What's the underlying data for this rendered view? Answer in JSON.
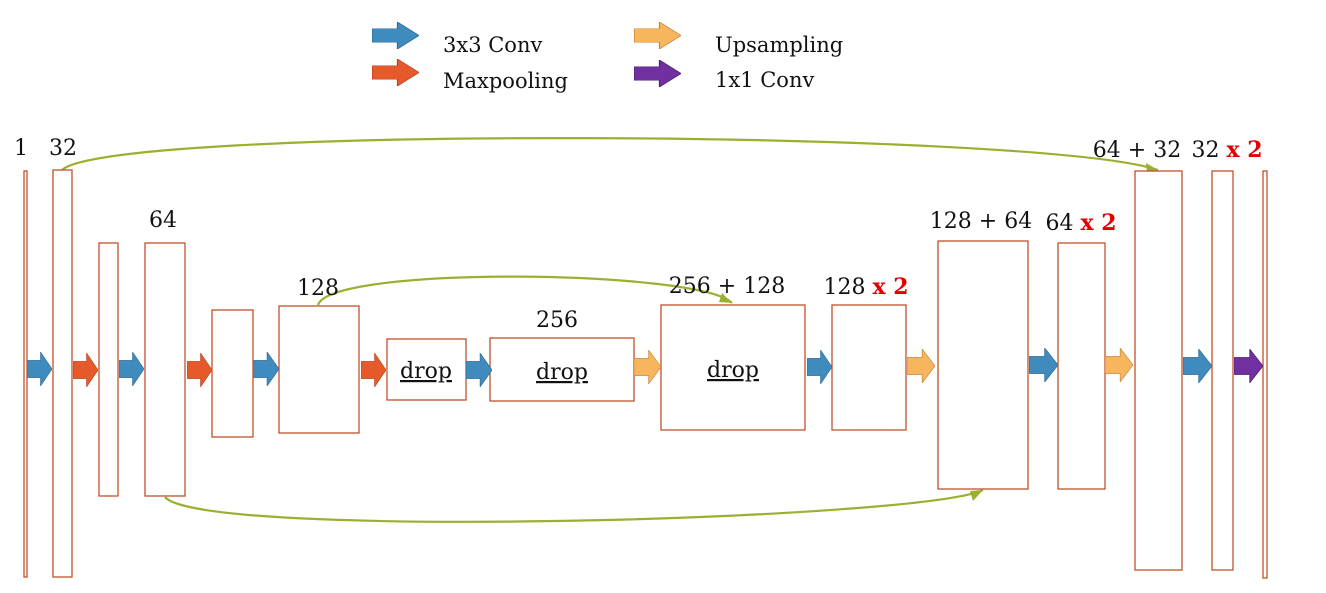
{
  "colors": {
    "conv3x3": "#3f8bbd",
    "maxpool": "#e5592b",
    "upsampling": "#f7b65e",
    "conv1x1": "#7030a0",
    "box_stroke": "#c0502a",
    "skip": "#9bb030",
    "multiplier": "#e00000"
  },
  "legend": {
    "conv3x3": "3x3 Conv",
    "maxpool": "Maxpooling",
    "upsampling": "Upsampling",
    "conv1x1": "1x1 Conv"
  },
  "labels": {
    "in_channels": "1",
    "enc1": "32",
    "enc2": "64",
    "enc3": "128",
    "bottleneck": "256",
    "dec3": "256 + 128",
    "dec3b": "128",
    "dec2": "128 + 64",
    "dec2b": "64",
    "dec1": "64 + 32",
    "dec1b": "32",
    "multiplier": "x 2"
  },
  "drop_labels": {
    "block1": "drop",
    "block2": "drop",
    "block3": "drop"
  }
}
